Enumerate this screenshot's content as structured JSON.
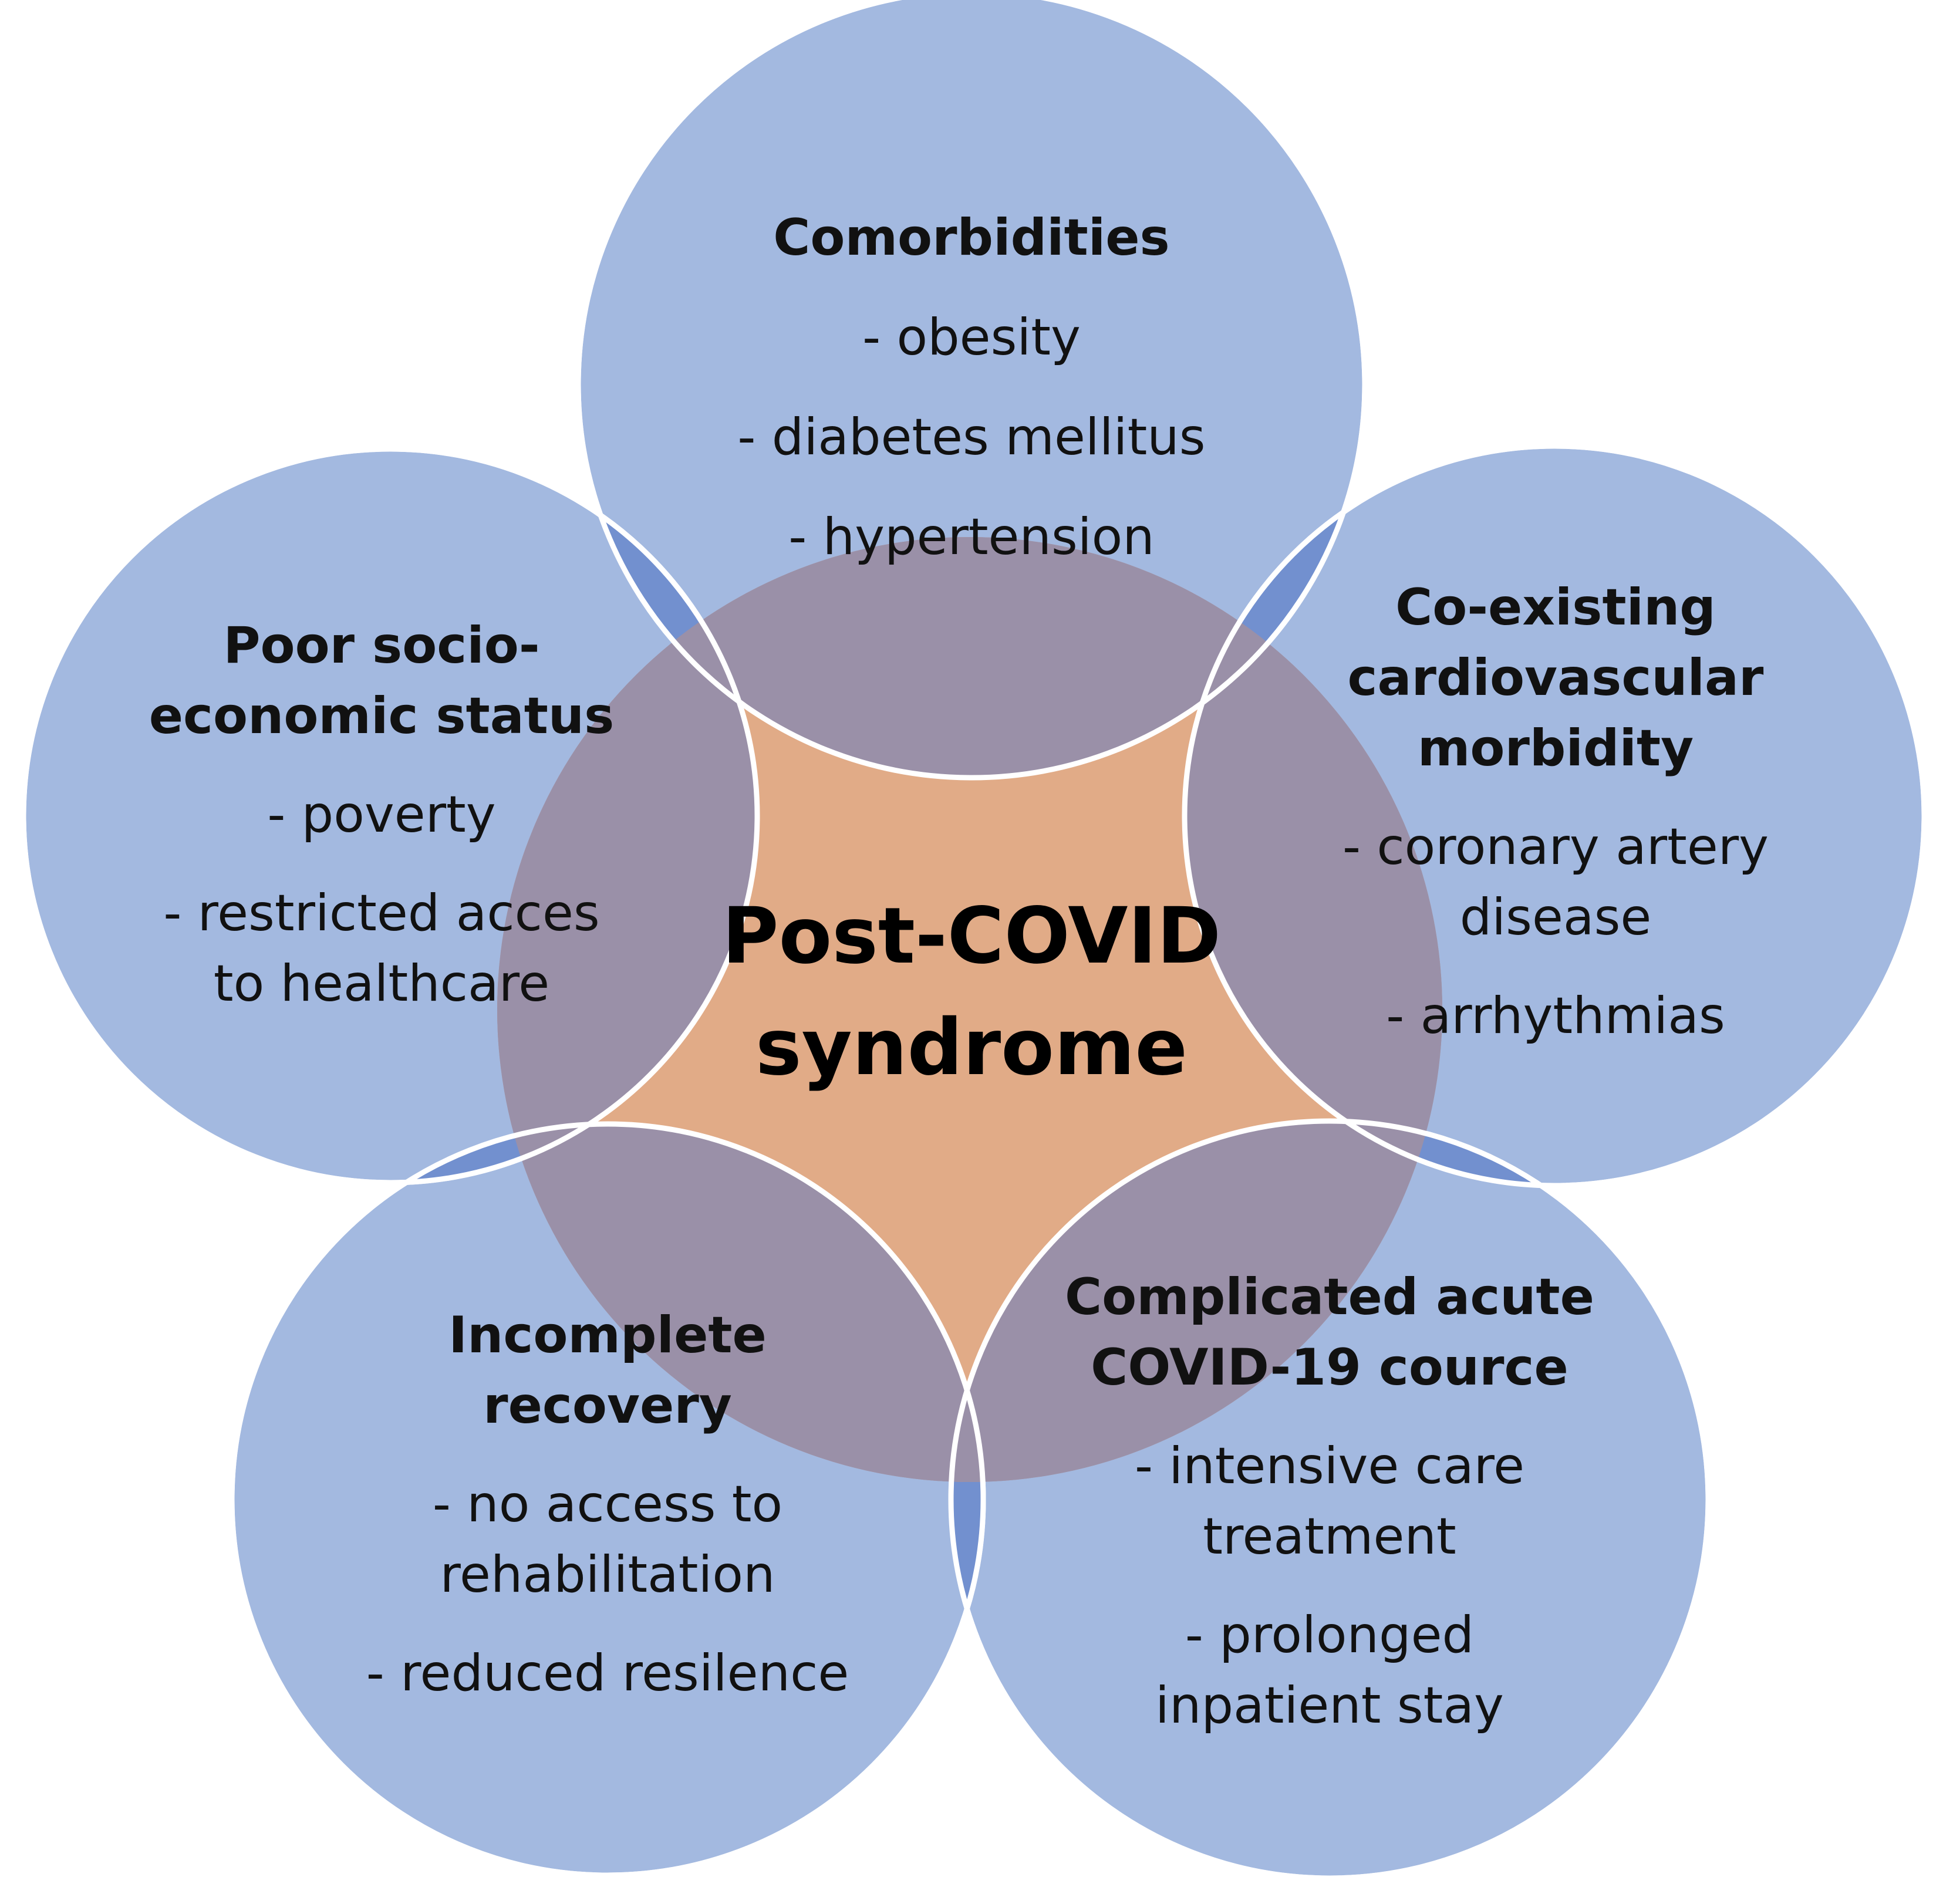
{
  "center": {
    "line1": "Post-COVID",
    "line2": "syndrome"
  },
  "factors": {
    "comorbidities": {
      "title": "Comorbidities",
      "items": [
        "- obesity",
        "- diabetes mellitus",
        "- hypertension"
      ]
    },
    "cardiovascular": {
      "title": "Co-existing\ncardiovascular\nmorbidity",
      "items": [
        "- coronary artery\ndisease",
        "- arrhythmias"
      ]
    },
    "acute_course": {
      "title": "Complicated acute\nCOVID-19 cource",
      "items": [
        "- intensive care\ntreatment",
        "- prolonged\ninpatient stay"
      ]
    },
    "recovery": {
      "title": "Incomplete\nrecovery",
      "items": [
        "- no access to\nrehabilitation",
        "- reduced resilence"
      ]
    },
    "socioeconomic": {
      "title": "Poor socio-\neconomic status",
      "items": [
        "- poverty",
        "- restricted acces\nto healthcare"
      ]
    }
  },
  "colors": {
    "satellite_fill": "#a3b9e0",
    "satellite_overlap": "#7290cf",
    "center_ring": "#9a90a8",
    "center_fill": "#e1ab87",
    "outline": "#ffffff"
  }
}
